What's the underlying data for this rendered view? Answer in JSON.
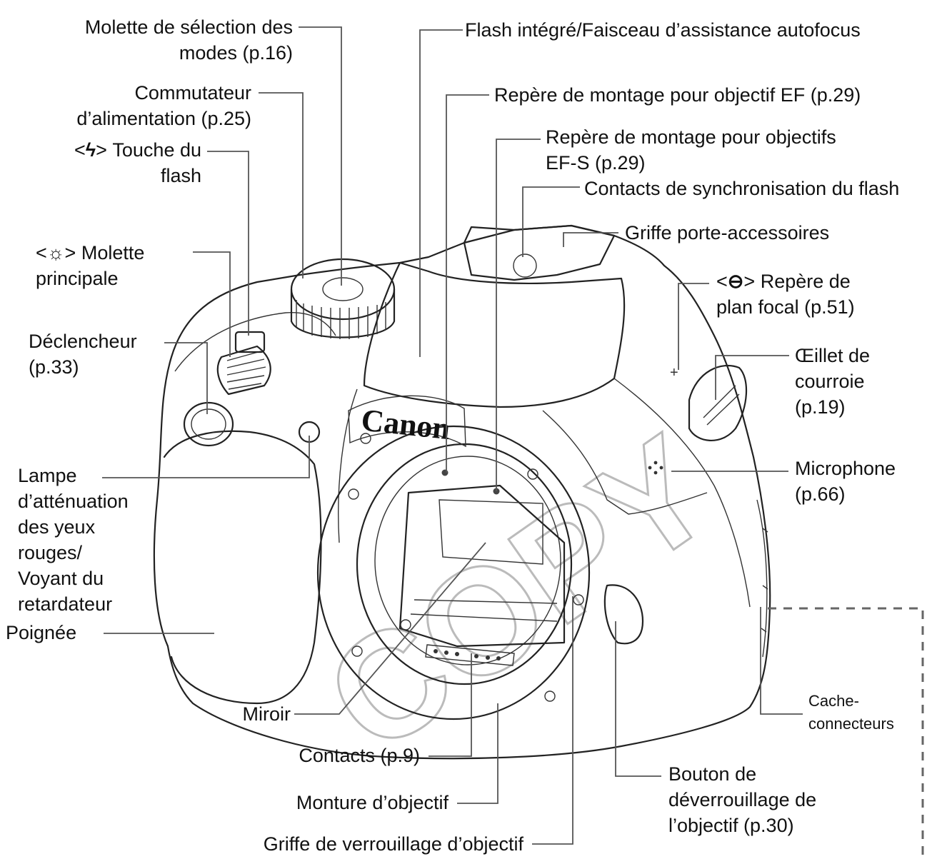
{
  "labels": {
    "mode_dial": [
      "Molette de sélection des",
      "modes (p.16)"
    ],
    "power_switch": [
      "Commutateur",
      "d’alimentation (p.25)"
    ],
    "flash_button": [
      "Touche du",
      "flash"
    ],
    "main_dial": [
      "Molette",
      "principale"
    ],
    "shutter": [
      "Déclencheur",
      "(p.33)"
    ],
    "redeye": [
      "Lampe",
      "d’atténuation",
      "des yeux",
      "rouges/",
      "Voyant du",
      "retardateur"
    ],
    "grip": "Poignée",
    "mirror": "Miroir",
    "contacts": "Contacts (p.9)",
    "lens_mount": "Monture d’objectif",
    "lens_lock": "Griffe de verrouillage d’objectif",
    "flash_af": "Flash intégré/Faisceau d’assistance autofocus",
    "ef_mark": "Repère de montage pour objectif EF (p.29)",
    "efs_mark": [
      "Repère de montage pour objectifs",
      "EF-S (p.29)"
    ],
    "sync_contacts": "Contacts de synchronisation du flash",
    "hot_shoe": "Griffe porte-accessoires",
    "focal_plane": [
      "Repère de",
      "plan focal (p.51)"
    ],
    "strap": [
      "Œillet de",
      "courroie",
      "(p.19)"
    ],
    "microphone": [
      "Microphone",
      "(p.66)"
    ],
    "terminal_cover": [
      "Cache-",
      "connecteurs"
    ],
    "lens_release": [
      "Bouton de",
      "déverrouillage de",
      "l’objectif (p.30)"
    ]
  },
  "symbols": {
    "flash_prefix": "<",
    "flash_glyph": "ϟ",
    "flash_suffix": ">",
    "dial_prefix": "<",
    "dial_glyph": "☼",
    "dial_suffix": ">",
    "focal_prefix": "<",
    "focal_glyph": "⊖",
    "focal_suffix": ">"
  },
  "camera": {
    "brand": "Canon"
  },
  "watermark": "COPY",
  "icons": [
    "flash-icon",
    "main-dial-icon",
    "focal-plane-icon"
  ]
}
